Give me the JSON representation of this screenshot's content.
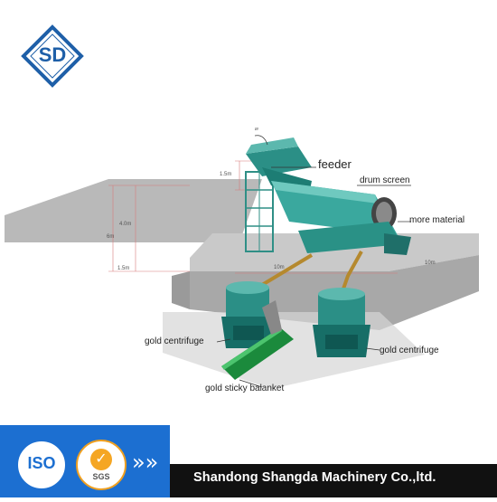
{
  "logo": {
    "text": "SD",
    "color": "#1e5fa8"
  },
  "diagram": {
    "labels": {
      "feeder": "feeder",
      "drum_screen": "drum screen",
      "more_material": "more material",
      "gold_centrifuge_left": "gold centrifuge",
      "gold_centrifuge_right": "gold centrifuge",
      "gold_sticky_blanket": "gold sticky balanket"
    },
    "dimensions": {
      "top_marker": "ㄹ",
      "feeder_height": "1.5m",
      "left_height": "4.0m",
      "left_depth": "6m",
      "base_height": "1.5m",
      "platform_width": "10m",
      "platform_length": "10m"
    }
  },
  "footer": {
    "company": "Shandong Shangda Machinery Co.,ltd.",
    "iso_badge": "ISO",
    "sgs_badge": "SGS",
    "arrows": "»»",
    "colors": {
      "blue": "#1c6fd1",
      "dark": "#111111"
    }
  }
}
